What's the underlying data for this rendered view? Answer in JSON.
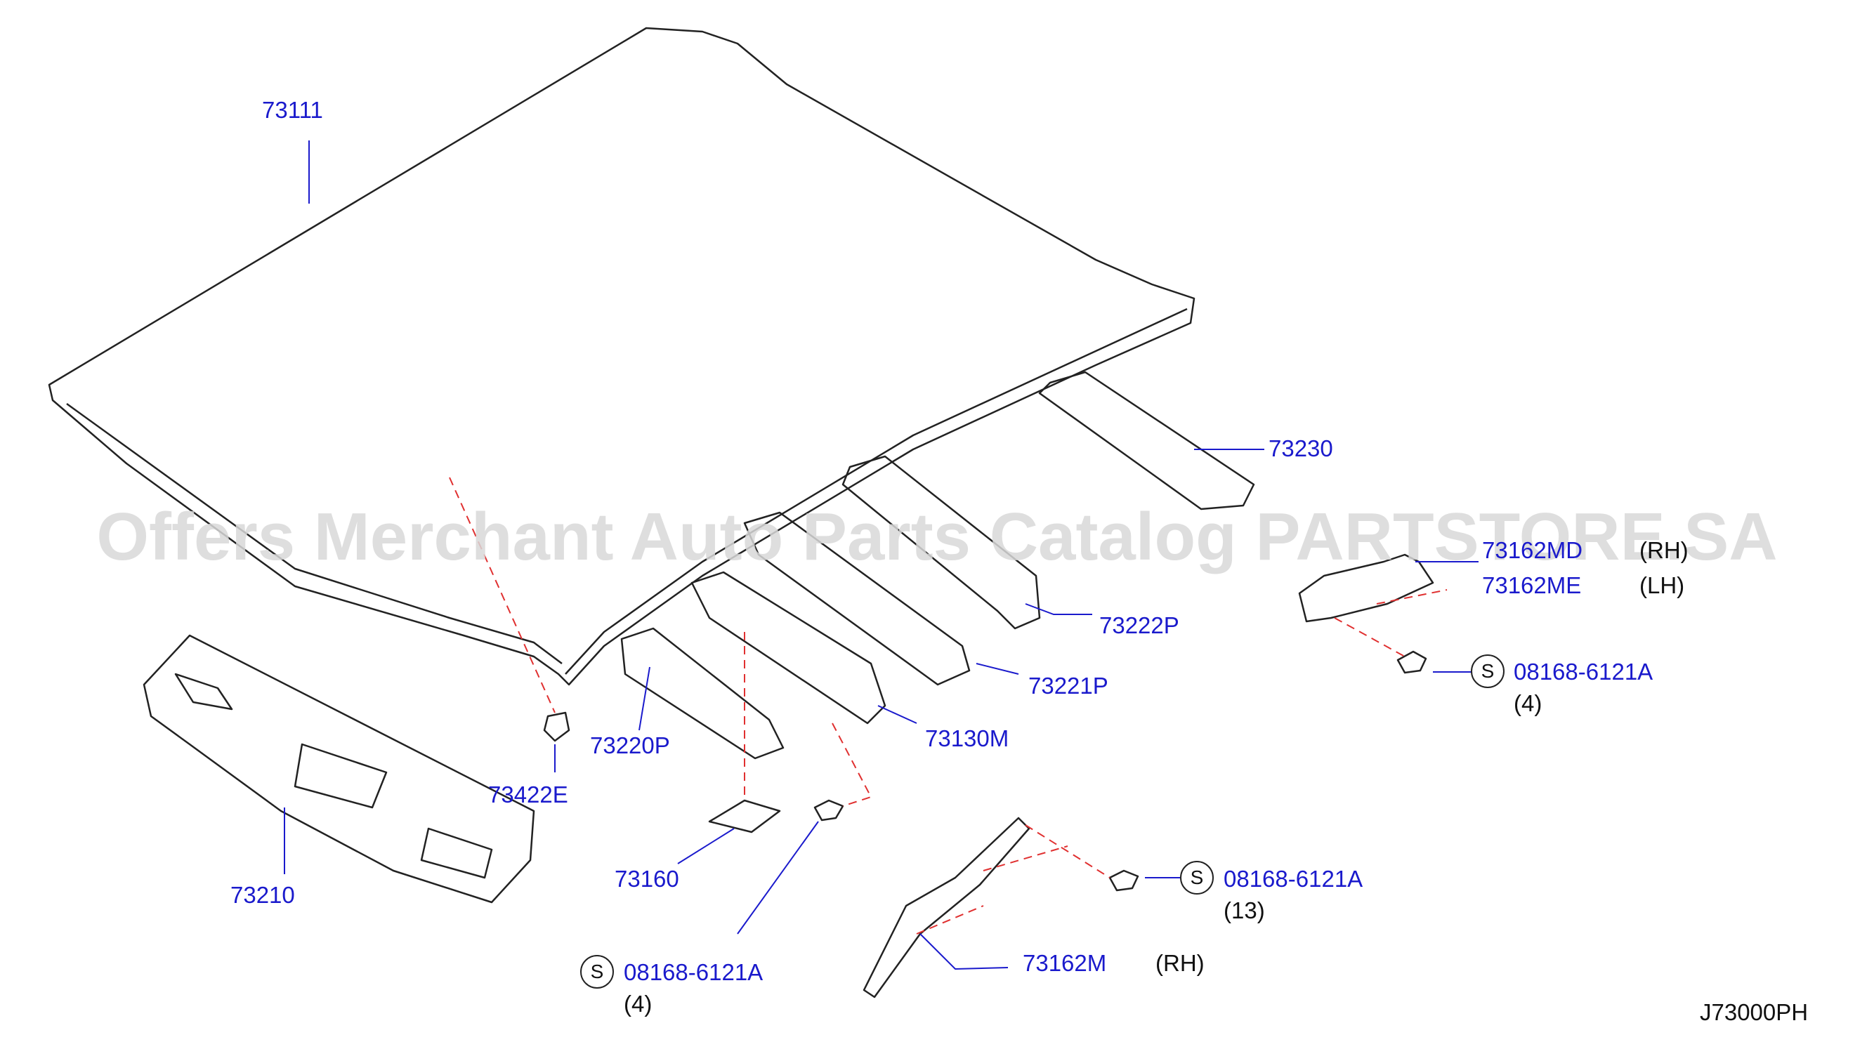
{
  "watermark": "Offers Merchant Auto Parts Catalog PARTSTORE.SA",
  "diagram_code": "J73000PH",
  "labels": {
    "p73111": "73111",
    "p73230": "73230",
    "p73162MD": "73162MD",
    "p73162MD_side": "(RH)",
    "p73162ME": "73162ME",
    "p73162ME_side": "(LH)",
    "p73222P": "73222P",
    "p73221P": "73221P",
    "p73130M": "73130M",
    "p73220P": "73220P",
    "p73422E": "73422E",
    "p73210": "73210",
    "p73160": "73160",
    "p73162M": "73162M",
    "p73162M_side": "(RH)"
  },
  "fasteners": [
    {
      "symbol": "S",
      "part": "08168-6121A",
      "qty": "(4)"
    },
    {
      "symbol": "S",
      "part": "08168-6121A",
      "qty": "(13)"
    },
    {
      "symbol": "S",
      "part": "08168-6121A",
      "qty": "(4)"
    }
  ],
  "colors": {
    "part_number": "#1a1acc",
    "leader": "#1a1acc",
    "dashed_guide": "#e03030",
    "outline": "#222222"
  }
}
